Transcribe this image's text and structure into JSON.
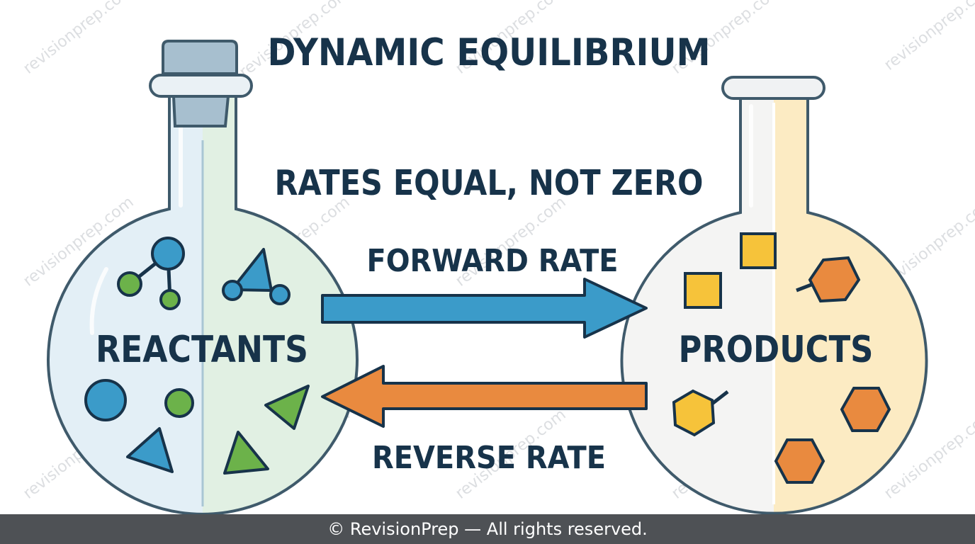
{
  "title": "DYNAMIC EQUILIBRIUM",
  "subtitle": "RATES EQUAL, NOT ZERO",
  "reactants_label": "REACTANTS",
  "products_label": "PRODUCTS",
  "forward_label": "FORWARD RATE",
  "reverse_label": "REVERSE RATE",
  "watermark": "revisionprep.com",
  "footer": "© RevisionPrep — All rights reserved.",
  "colors": {
    "text": "#17334a",
    "forward_arrow": "#3b9bc9",
    "reverse_arrow": "#e98a3f",
    "reactant_blue": "#3b9bc9",
    "reactant_green": "#6cb24a",
    "product_yellow": "#f6c33a",
    "product_orange": "#e98a3f",
    "footer_bg": "#4e5155"
  }
}
